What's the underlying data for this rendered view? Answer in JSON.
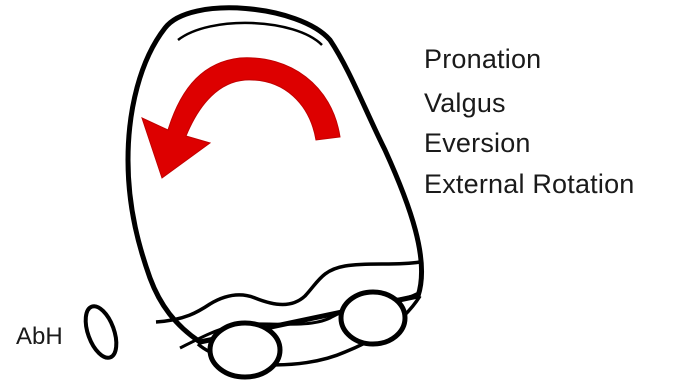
{
  "motion_terms": [
    "Pronation",
    "Valgus",
    "Eversion",
    "External Rotation"
  ],
  "muscle_label": "AbH",
  "colors": {
    "arrow": "#dd0000",
    "outline": "#000000",
    "background": "#ffffff"
  }
}
